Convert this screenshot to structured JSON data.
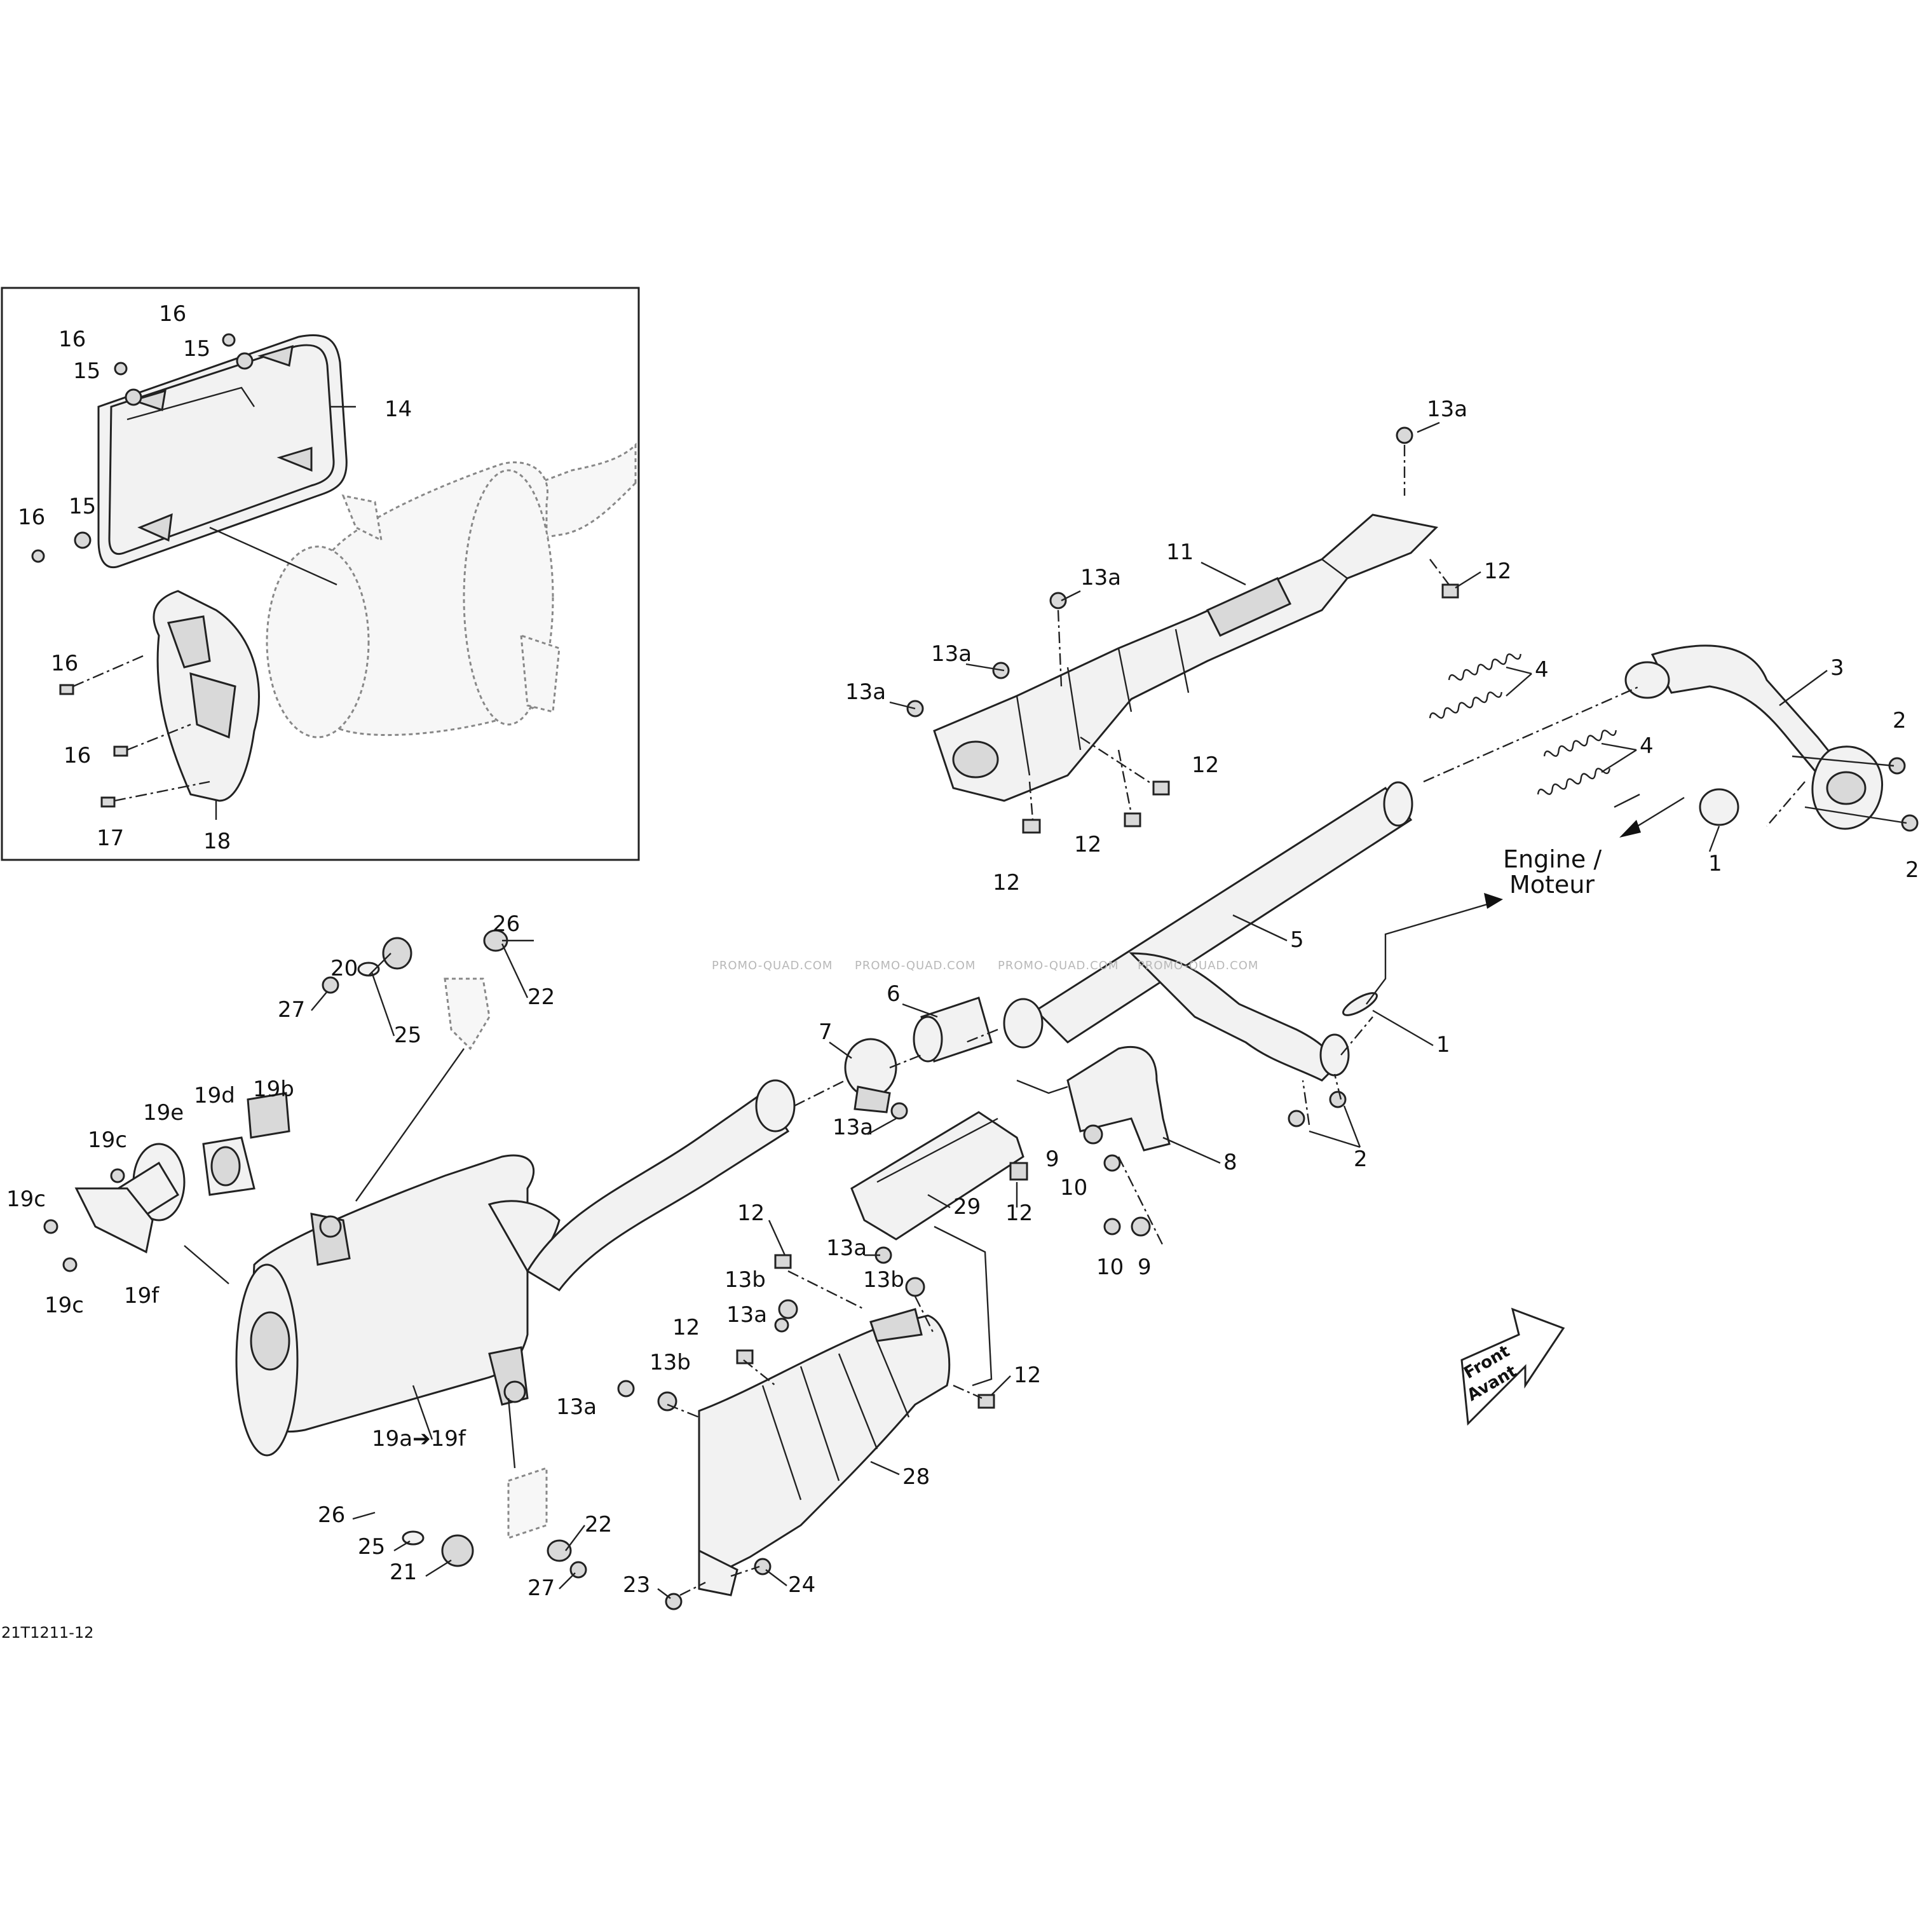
{
  "diagram": {
    "drawing_code": "21T1211-12",
    "engine_label_line1": "Engine /",
    "engine_label_line2": "Moteur",
    "front_label_line1": "Front",
    "front_label_line2": "Avant",
    "muffler_assembly_label": "19a➔19f",
    "watermark": "PROMO-QUAD.COM",
    "callouts": {
      "c1a": "1",
      "c1b": "1",
      "c2a": "2",
      "c2b": "2",
      "c2c": "2",
      "c3": "3",
      "c4a": "4",
      "c4b": "4",
      "c5": "5",
      "c6": "6",
      "c7": "7",
      "c8": "8",
      "c9a": "9",
      "c9b": "9",
      "c10a": "10",
      "c10b": "10",
      "c11": "11",
      "c12a": "12",
      "c12b": "12",
      "c12c": "12",
      "c12d": "12",
      "c12e": "12",
      "c12f": "12",
      "c12g": "12",
      "c12h": "12",
      "c13a1": "13a",
      "c13a2": "13a",
      "c13a3": "13a",
      "c13a4": "13a",
      "c13a5": "13a",
      "c13a6": "13a",
      "c13a7": "13a",
      "c13a8": "13a",
      "c13b1": "13b",
      "c13b2": "13b",
      "c13b3": "13b",
      "c14": "14",
      "c15a": "15",
      "c15b": "15",
      "c15c": "15",
      "c16a": "16",
      "c16b": "16",
      "c16c": "16",
      "c16d": "16",
      "c16e": "16",
      "c17": "17",
      "c18": "18",
      "c19b": "19b",
      "c19c1": "19c",
      "c19c2": "19c",
      "c19c3": "19c",
      "c19d": "19d",
      "c19e": "19e",
      "c19f": "19f",
      "c20": "20",
      "c21": "21",
      "c22a": "22",
      "c22b": "22",
      "c23": "23",
      "c24": "24",
      "c25a": "25",
      "c25b": "25",
      "c26a": "26",
      "c26b": "26",
      "c27a": "27",
      "c27b": "27",
      "c28": "28",
      "c29": "29"
    }
  }
}
